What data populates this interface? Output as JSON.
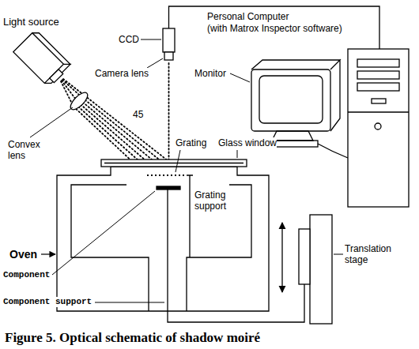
{
  "diagram": {
    "caption": "Figure 5. Optical schematic of shadow moiré",
    "labels": [
      "Light source",
      "CCD",
      "Personal Computer",
      "(with Matrox Inspector software)",
      "Camera lens",
      "Monitor",
      "Convex lens",
      "45",
      "Grating",
      "Glass window",
      "Grating support",
      "Oven",
      "Component",
      "Translation stage",
      "Component support"
    ]
  }
}
